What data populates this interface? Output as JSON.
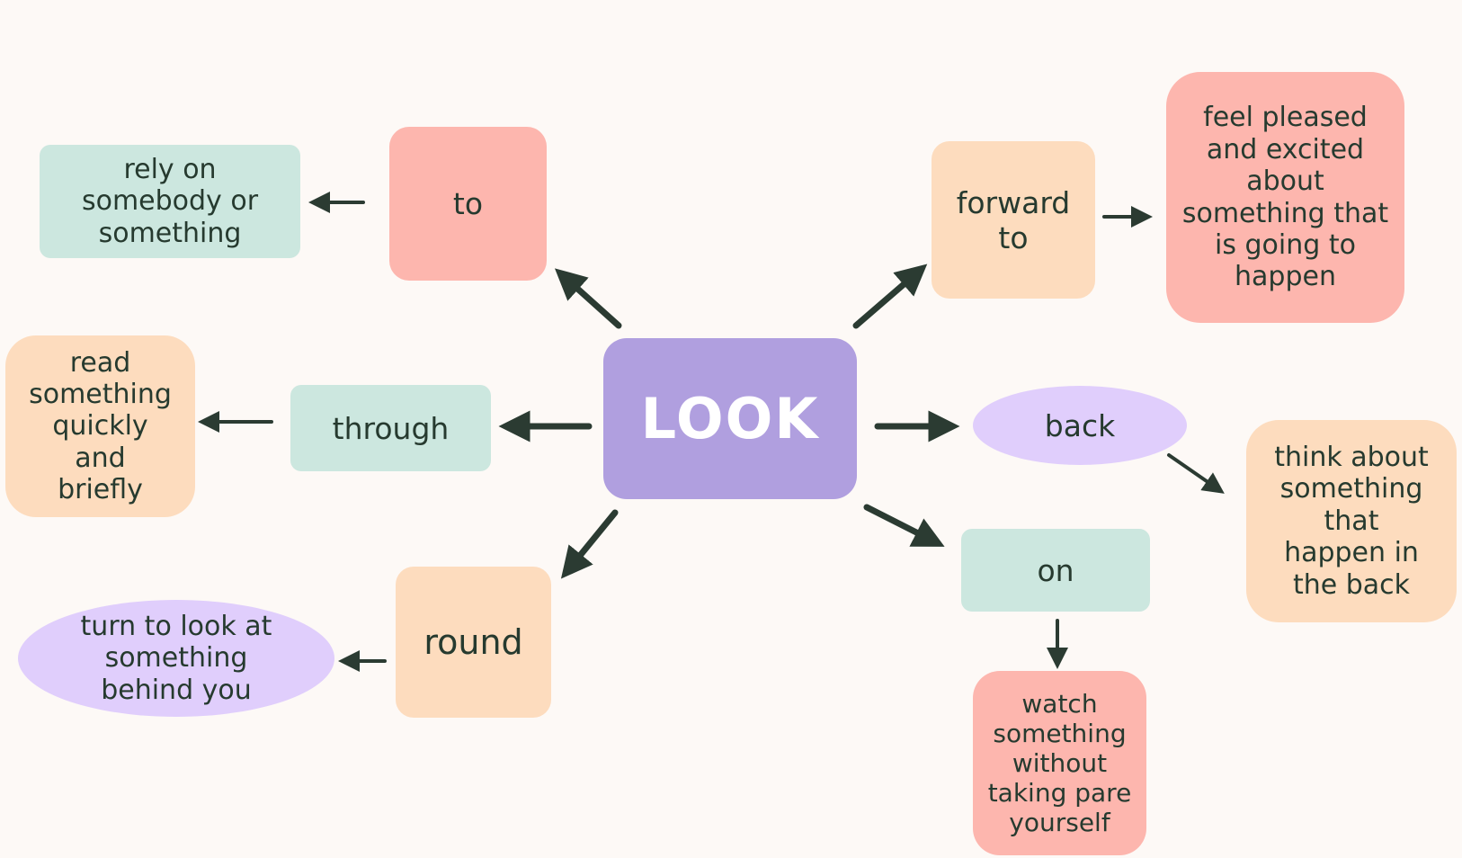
{
  "center": "LOOK",
  "nodes": {
    "to": "to",
    "rely_on": "rely on\nsomebody or\nsomething",
    "forward_to": "forward to",
    "feel_pleased": "feel pleased\nand excited\nabout\nsomething that\nis going to\nhappen",
    "through": "through",
    "read_quickly": "read\nsomething\nquickly\nand\nbriefly",
    "back": "back",
    "think_about": "think about\nsomething\nthat\nhappen in\nthe back",
    "round": "round",
    "turn_to_look": "turn to look at\nsomething\nbehind you",
    "on": "on",
    "watch": "watch\nsomething\nwithout\ntaking pare\nyourself"
  },
  "colors": {
    "background": "#fdf9f6",
    "arrow": "#2b3b32",
    "center": "#b09fdf",
    "teal": "#cce7df",
    "peach": "#fddcbe",
    "pink": "#fdb6ae",
    "lilac": "#e0cefc"
  }
}
